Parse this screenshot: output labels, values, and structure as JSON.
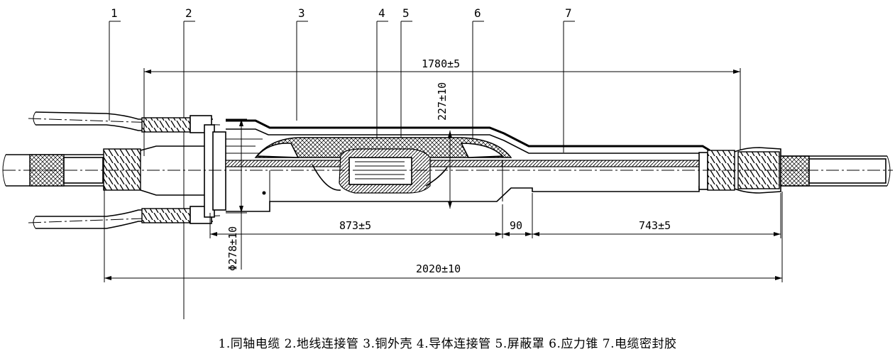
{
  "callouts": [
    "1",
    "2",
    "3",
    "4",
    "5",
    "6",
    "7"
  ],
  "dimensions": {
    "overall_top": "1780±5",
    "vertical_227": "227±10",
    "body_873": "873±5",
    "gap_90": "90",
    "tail_743": "743±5",
    "diameter_278": "Φ278±10",
    "overall_bottom": "2020±10"
  },
  "legend": "1.同轴电缆 2.地线连接管 3.铜外壳 4.导体连接管 5.屏蔽罩 6.应力锥 7.电缆密封胶"
}
